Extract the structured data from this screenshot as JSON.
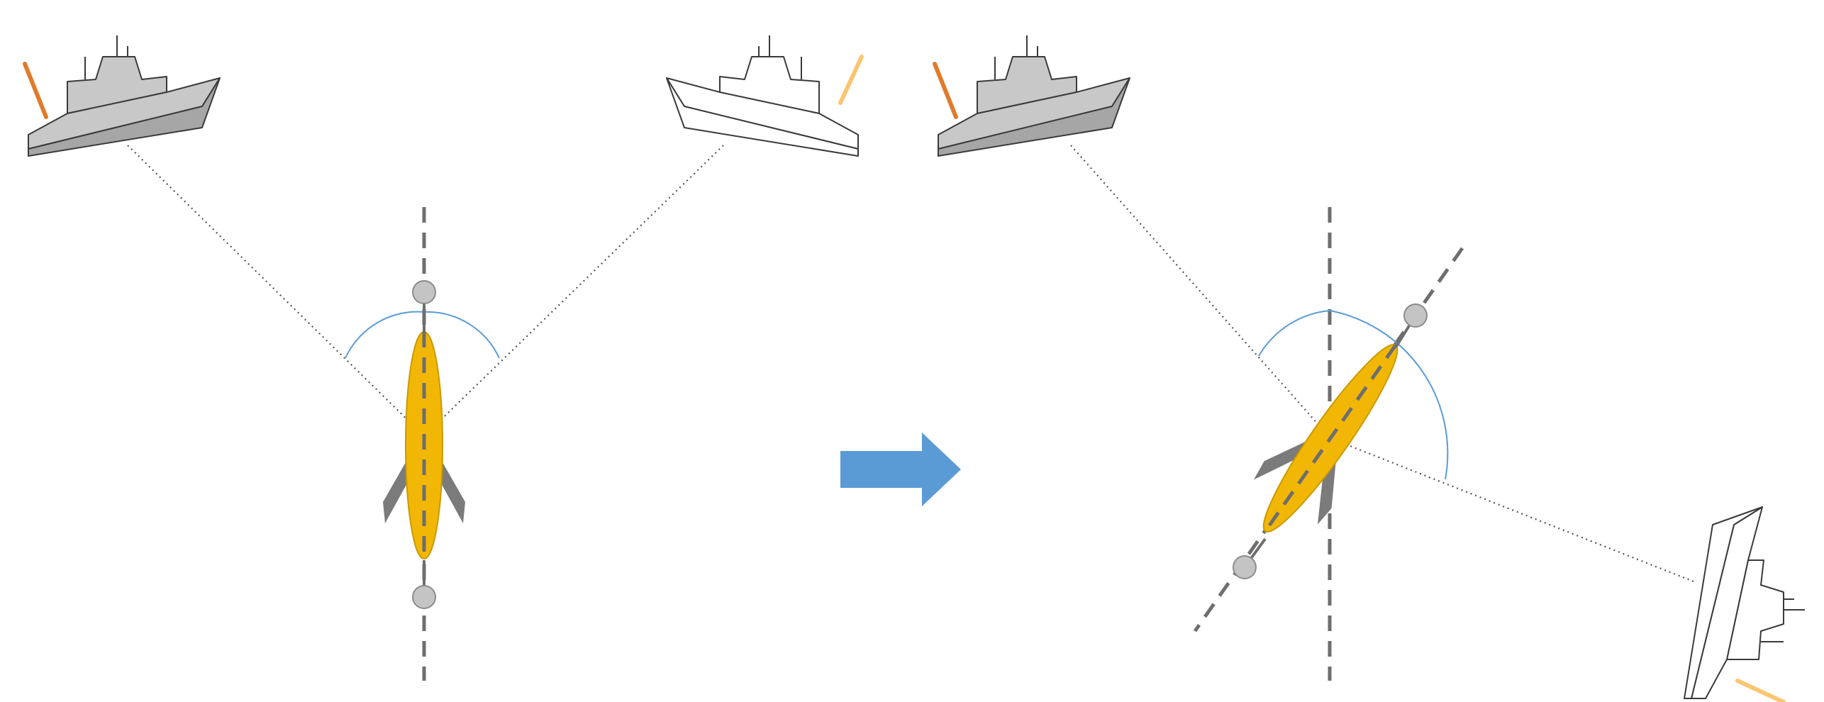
{
  "colors": {
    "background": "#ffffff",
    "ship_fill_gray": "#c8c8c8",
    "ship_hull_dark": "#a6a6a6",
    "ship_outline": "#3a3a3a",
    "ship_fill_white": "#ffffff",
    "antenna_dark_orange": "#e07b2c",
    "antenna_light_orange": "#fbc571",
    "sightline": "#555555",
    "reference_axis": "#6e6e6e",
    "aircraft_body": "#f2b705",
    "aircraft_outline": "#c99a00",
    "aircraft_fins": "#7b7b7b",
    "sensor_pod": "#c4c4c4",
    "sensor_pod_outline": "#8c8c8c",
    "angle_arc": "#5b9bd5",
    "arrow": "#5b9bd5"
  },
  "panels": [
    {
      "id": "before",
      "elements": [
        "ship-gray-top-left",
        "ship-white-top-right",
        "vertical-reference-axis",
        "aircraft-vertical",
        "sightlines",
        "angle-arcs"
      ]
    },
    {
      "id": "after",
      "elements": [
        "ship-gray-top-left",
        "ship-white-right-rotated",
        "vertical-reference-axis",
        "aircraft-tilted",
        "sightlines",
        "angle-arc"
      ]
    }
  ],
  "transition": {
    "icon": "right-arrow-icon"
  }
}
